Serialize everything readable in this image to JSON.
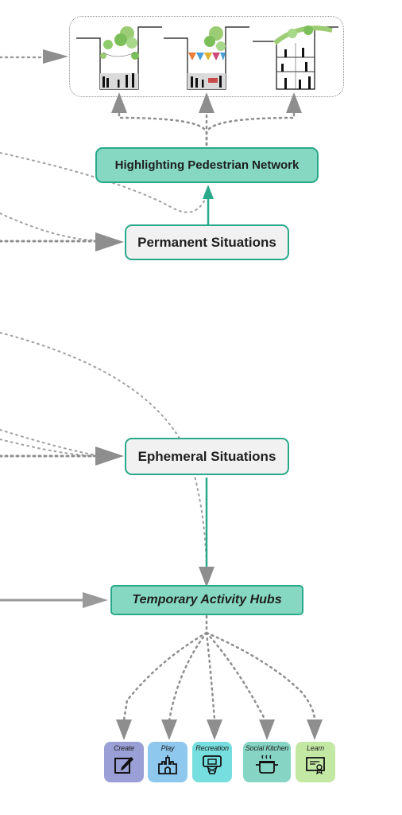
{
  "nodes": {
    "highlighting": "Highlighting Pedestrian Network",
    "permanent": "Permanent Situations",
    "ephemeral": "Ephemeral Situations",
    "temporary": "Temporary Activity Hubs"
  },
  "activities": [
    {
      "label": "Create",
      "color": "#9a9fd6",
      "icon": "edit-icon"
    },
    {
      "label": "Play",
      "color": "#8ec8ee",
      "icon": "castle-icon"
    },
    {
      "label": "Recreation",
      "color": "#76dede",
      "icon": "basketball-hoop-icon"
    },
    {
      "label": "Social Kitchen",
      "color": "#86d5c4",
      "icon": "cooking-pot-icon"
    },
    {
      "label": "Learn",
      "color": "#c3e8a4",
      "icon": "certificate-icon"
    }
  ],
  "colors": {
    "accent": "#2aa98a",
    "connector": "#8a8a8a"
  },
  "scenes": [
    "street-scene-canopy",
    "street-scene-bunting",
    "street-scene-multilevel"
  ]
}
